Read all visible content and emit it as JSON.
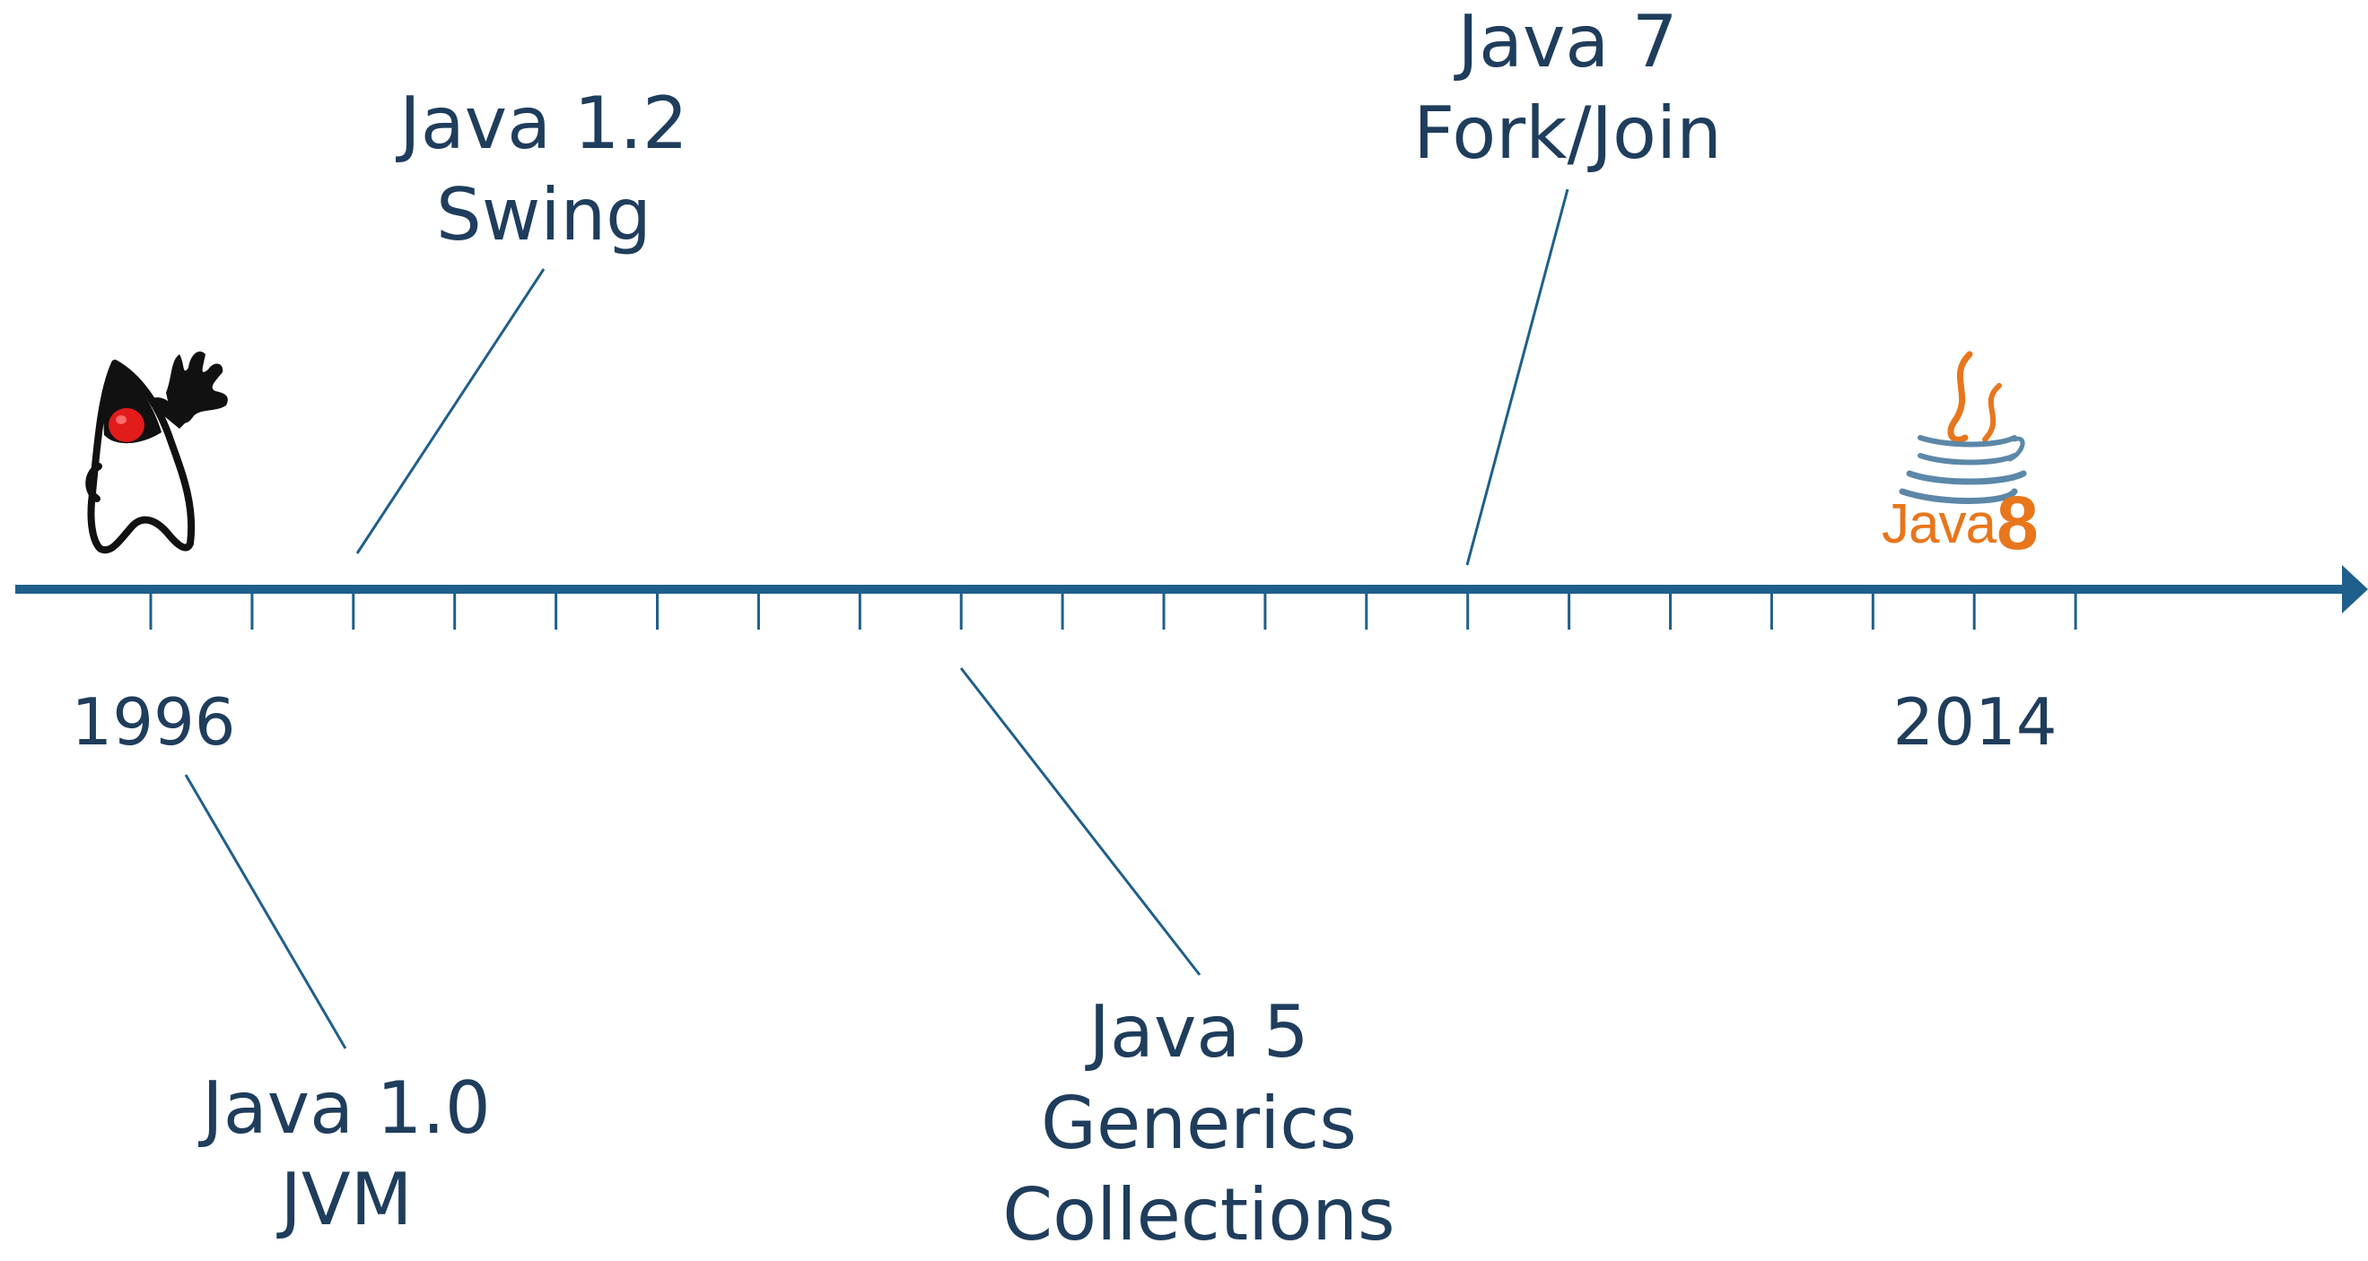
{
  "timeline": {
    "start_year": "1996",
    "end_year": "2014",
    "tick_count": 20
  },
  "milestones": [
    {
      "id": "java-1-0",
      "version": "Java 1.0",
      "feature": "JVM",
      "lines": [
        "Java 1.0",
        "JVM"
      ]
    },
    {
      "id": "java-1-2",
      "version": "Java 1.2",
      "feature": "Swing",
      "lines": [
        "Java 1.2",
        "Swing"
      ]
    },
    {
      "id": "java-5",
      "version": "Java 5",
      "feature": "Generics Collections",
      "lines": [
        "Java 5",
        "Generics",
        "Collections"
      ]
    },
    {
      "id": "java-7",
      "version": "Java 7",
      "feature": "Fork/Join",
      "lines": [
        "Java 7",
        "Fork/Join"
      ]
    }
  ],
  "java8_logo": {
    "word": "Java",
    "number": "8"
  },
  "icons": {
    "mascot": "duke-mascot-icon",
    "logo": "java-coffee-cup-icon"
  },
  "colors": {
    "primary": "#1f5f8b",
    "text": "#1f3d5c",
    "java_orange": "#e8761c",
    "java_blue": "#5c87a8",
    "duke_red": "#e21b1b"
  }
}
